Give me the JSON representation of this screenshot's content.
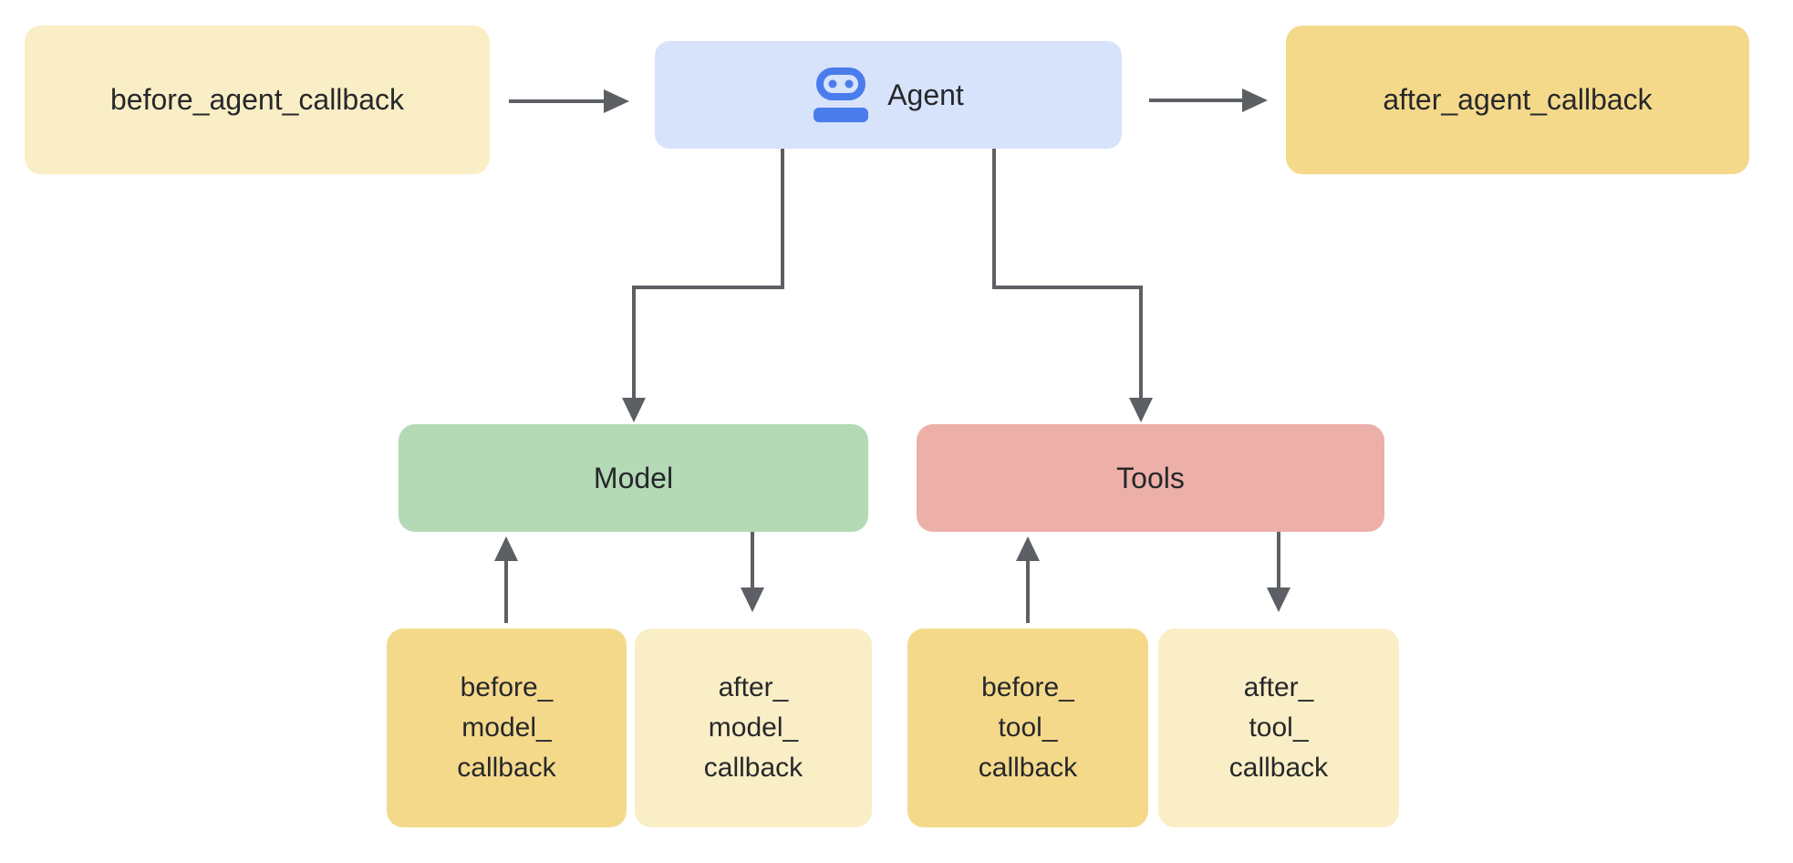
{
  "palette": {
    "background": "#ffffff",
    "pale_yellow": "#faeec6",
    "dark_yellow": "#f5d98b",
    "agent_blue": "#d7e2fb",
    "robot_icon_blue": "#4a7cec",
    "model_green": "#b3d9b5",
    "tools_salmon": "#ecb0a8",
    "connector_gray": "#5c5f63",
    "text_dark": "#26282b"
  },
  "nodes": {
    "before_agent": {
      "label": "before_agent_callback"
    },
    "agent": {
      "label": "Agent",
      "icon": "robot-icon"
    },
    "after_agent": {
      "label": "after_agent_callback"
    },
    "model": {
      "label": "Model"
    },
    "tools": {
      "label": "Tools"
    },
    "before_model": {
      "label": "before_\nmodel_\ncallback"
    },
    "after_model": {
      "label": "after_\nmodel_\ncallback"
    },
    "before_tool": {
      "label": "before_\ntool_\ncallback"
    },
    "after_tool": {
      "label": "after_\ntool_\ncallback"
    }
  },
  "connectors": [
    {
      "name": "before-agent-to-agent",
      "from": "before_agent",
      "to": "agent"
    },
    {
      "name": "agent-to-after-agent",
      "from": "agent",
      "to": "after_agent"
    },
    {
      "name": "agent-to-model",
      "from": "agent",
      "to": "model"
    },
    {
      "name": "agent-to-tools",
      "from": "agent",
      "to": "tools"
    },
    {
      "name": "before-model-to-model",
      "from": "before_model",
      "to": "model"
    },
    {
      "name": "model-to-after-model",
      "from": "model",
      "to": "after_model"
    },
    {
      "name": "before-tool-to-tools",
      "from": "before_tool",
      "to": "tools"
    },
    {
      "name": "tools-to-after-tool",
      "from": "tools",
      "to": "after_tool"
    }
  ]
}
